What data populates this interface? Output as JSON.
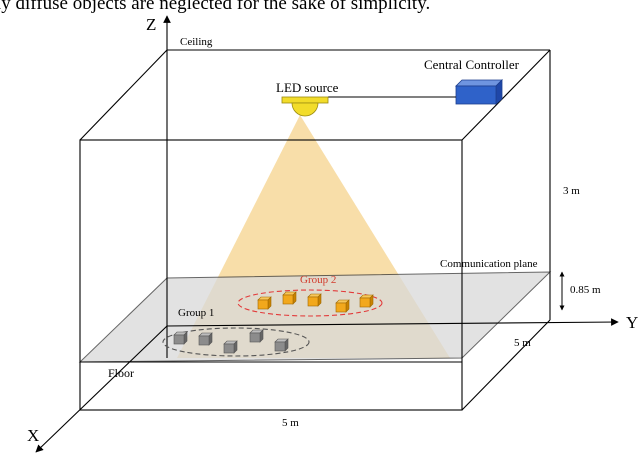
{
  "top_text_fragment": "ly diffuse objects are neglected for the sake of simplicity.",
  "axes": {
    "z": "Z",
    "y": "Y",
    "x": "X"
  },
  "labels": {
    "ceiling": "Ceiling",
    "central_controller": "Central Controller",
    "led_source": "LED source",
    "communication_plane": "Communication plane",
    "floor": "Floor",
    "group1": "Group 1",
    "group2": "Group 2"
  },
  "dimensions": {
    "height": "3 m",
    "plane_height": "0.85 m",
    "depth": "5 m",
    "width": "5 m"
  },
  "colors": {
    "light_cone": "#f7d89a",
    "plane": "#d9d9d9",
    "controller": "#2f62c9",
    "led": "#f2dc2a",
    "group1_box": "#8c8c8c",
    "group2_box": "#f2a81c",
    "group2_ellipse": "#e23a3a",
    "group1_ellipse": "#555555",
    "group2_text": "#d23a2a"
  }
}
